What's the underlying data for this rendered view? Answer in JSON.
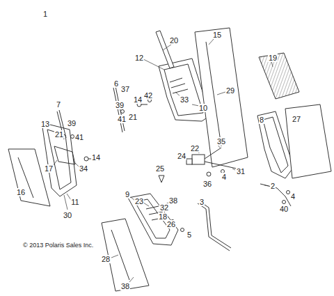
{
  "diagram": {
    "labels": [
      "1",
      "20",
      "15",
      "12",
      "19",
      "6",
      "37",
      "33",
      "10",
      "29",
      "42",
      "14",
      "39",
      "41",
      "21",
      "7",
      "39",
      "13",
      "21",
      "41",
      "8",
      "27",
      "17",
      "34",
      "14",
      "35",
      "22",
      "24",
      "31",
      "4",
      "36",
      "16",
      "11",
      "30",
      "25",
      "2",
      "4",
      "40",
      "3",
      "9",
      "23",
      "32",
      "38",
      "18",
      "26",
      "5",
      "28",
      "38",
      "© 2013 Polaris Sales Inc."
    ]
  }
}
